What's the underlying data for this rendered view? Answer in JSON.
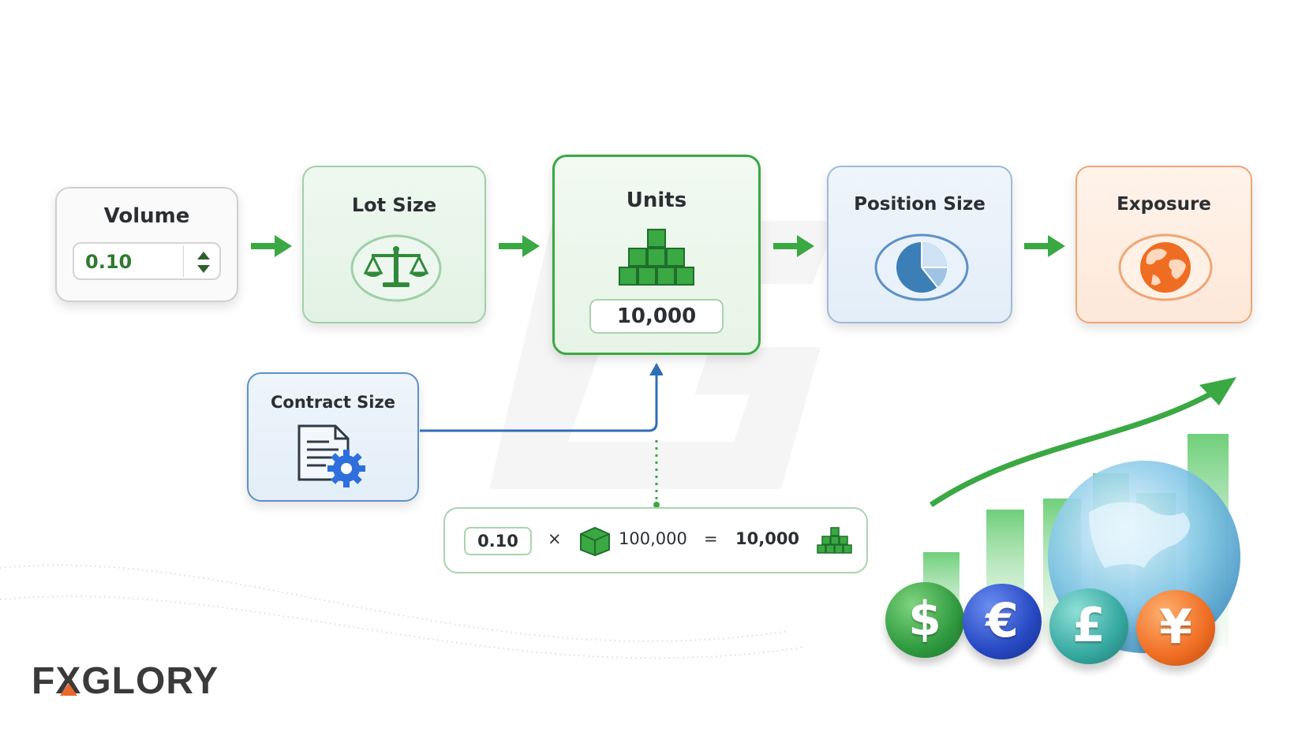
{
  "flow": {
    "volume": {
      "title": "Volume",
      "value": "0.10"
    },
    "lot_size": {
      "title": "Lot Size",
      "icon": "scale-icon"
    },
    "units": {
      "title": "Units",
      "value": "10,000",
      "icon": "cubes-icon"
    },
    "position_size": {
      "title": "Position Size",
      "icon": "pie-chart-icon"
    },
    "exposure": {
      "title": "Exposure",
      "icon": "globe-icon"
    },
    "contract_size": {
      "title": "Contract Size",
      "icon": "document-gear-icon"
    }
  },
  "formula": {
    "volume": "0.10",
    "times": "×",
    "contract": "100,000",
    "equals": "=",
    "result": "10,000"
  },
  "coins": [
    "$",
    "€",
    "£",
    "¥"
  ],
  "logo": "FXGLORY",
  "colors": {
    "green": "#3aa843",
    "blue": "#2f6fb5",
    "orange": "#ef6d22"
  }
}
